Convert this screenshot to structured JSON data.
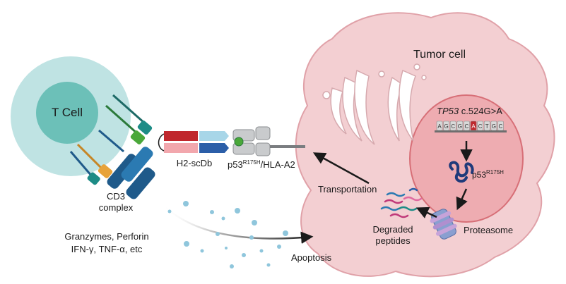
{
  "tcell": {
    "label": "T Cell"
  },
  "cd3": {
    "line1": "CD3",
    "line2": "complex"
  },
  "h2scdb": {
    "label": "H2-scDb"
  },
  "phla": {
    "prefix": "p53",
    "sup": "R175H",
    "suffix": "/HLA-A2"
  },
  "tumor": {
    "label": "Tumor cell"
  },
  "gene": {
    "name": "TP53",
    "mutation": " c.524G>A",
    "bases": [
      "A",
      "G",
      "C",
      "G",
      "C",
      "A",
      "C",
      "T",
      "G",
      "C"
    ],
    "mutated_index": 5
  },
  "p53protein": {
    "prefix": "p53",
    "sup": "R175H"
  },
  "transport": {
    "label": "Transportation"
  },
  "degraded": {
    "line1": "Degraded",
    "line2": "peptides"
  },
  "proteasome": {
    "label": "Proteasome"
  },
  "cytokines": {
    "line1": "Granzymes, Perforin",
    "line2": "IFN-γ, TNF-α, etc"
  },
  "apoptosis": {
    "label": "Apoptosis"
  },
  "colors": {
    "tcell_outer": "#bfe3e3",
    "tcell_inner": "#6cc0b8",
    "tumor_fill": "#f3cfd2",
    "tumor_stroke": "#e0a1a8",
    "nucleus_fill": "#e98f95",
    "nucleus_stroke": "#d76f77",
    "receptor_dark": "#1f5a8a",
    "receptor_mid": "#2b7ab2",
    "mhc_grey": "#c9cbcd",
    "mutation_red": "#c0272d",
    "green": "#4aa83a",
    "orange": "#e8a33a",
    "teal": "#1d8c86",
    "droplet": "#8fc6dc"
  }
}
